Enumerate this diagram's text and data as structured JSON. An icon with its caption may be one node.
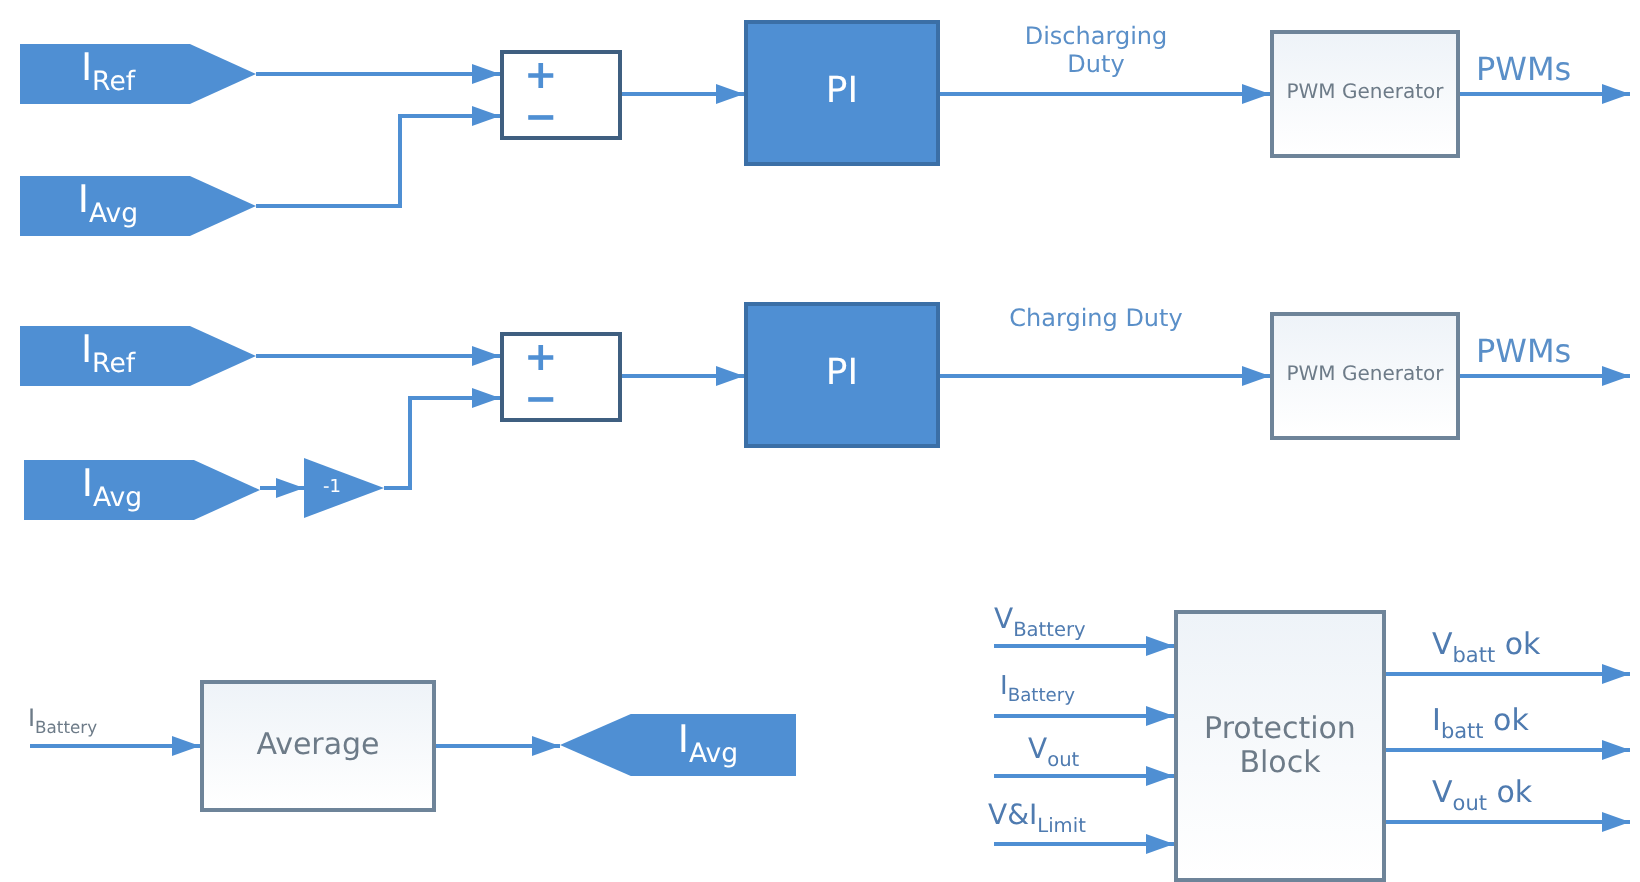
{
  "diagram": {
    "nodes": [
      {
        "text": [
          "I$_{Ref}$"
        ]
      },
      {
        "text": [
          "I$_{Avg}$"
        ]
      },
      {
        "text": [
          "+",
          "−"
        ]
      },
      {
        "text": [
          "PI"
        ]
      },
      {
        "text": [
          "PWM Generator"
        ]
      },
      {
        "text": [
          "I$_{Ref}$"
        ]
      },
      {
        "text": [
          "I$_{Avg}$"
        ]
      },
      {
        "text": [
          "-1"
        ]
      },
      {
        "text": [
          "+",
          "−"
        ]
      },
      {
        "text": [
          "PI"
        ]
      },
      {
        "text": [
          "PWM Generator"
        ]
      },
      {
        "text": [
          "Average"
        ]
      },
      {
        "text": [
          "I$_{Avg}$"
        ]
      },
      {
        "text": [
          "Protection Block"
        ]
      }
    ],
    "edges": [
      {
        "from": 0,
        "to": 2,
        "arrow": "to"
      },
      {
        "from": 1,
        "to": 2,
        "arrow": "to"
      },
      {
        "from": 2,
        "to": 3,
        "arrow": "to"
      },
      {
        "from": 3,
        "to": 4,
        "arrow": "to",
        "label": "Discharging Duty"
      },
      {
        "from": 4,
        "to": null,
        "arrow": "to",
        "label": "PWMs"
      },
      {
        "from": 5,
        "to": 8,
        "arrow": "to"
      },
      {
        "from": 6,
        "to": 7,
        "arrow": "to"
      },
      {
        "from": 7,
        "to": 8,
        "arrow": "to"
      },
      {
        "from": 8,
        "to": 9,
        "arrow": "to"
      },
      {
        "from": 9,
        "to": 10,
        "arrow": "to",
        "label": "Charging Duty"
      },
      {
        "from": 10,
        "to": null,
        "arrow": "to",
        "label": "PWMs"
      },
      {
        "from": null,
        "to": 11,
        "arrow": "to",
        "label": "I$_{Battery}$"
      },
      {
        "from": 11,
        "to": 12,
        "arrow": "to"
      },
      {
        "from": null,
        "to": 13,
        "arrow": "to",
        "label": "V$_{Battery}$"
      },
      {
        "from": null,
        "to": 13,
        "arrow": "to",
        "label": "I$_{Battery}$"
      },
      {
        "from": null,
        "to": 13,
        "arrow": "to",
        "label": "V$_{out}$"
      },
      {
        "from": null,
        "to": 13,
        "arrow": "to",
        "label": "V&I$_{Limit}$"
      },
      {
        "from": 13,
        "to": null,
        "arrow": "to",
        "label": "V$_{batt}$ ok"
      },
      {
        "from": 13,
        "to": null,
        "arrow": "to",
        "label": "I$_{batt}$ ok"
      },
      {
        "from": 13,
        "to": null,
        "arrow": "to",
        "label": "V$_{out}$ ok"
      }
    ]
  }
}
